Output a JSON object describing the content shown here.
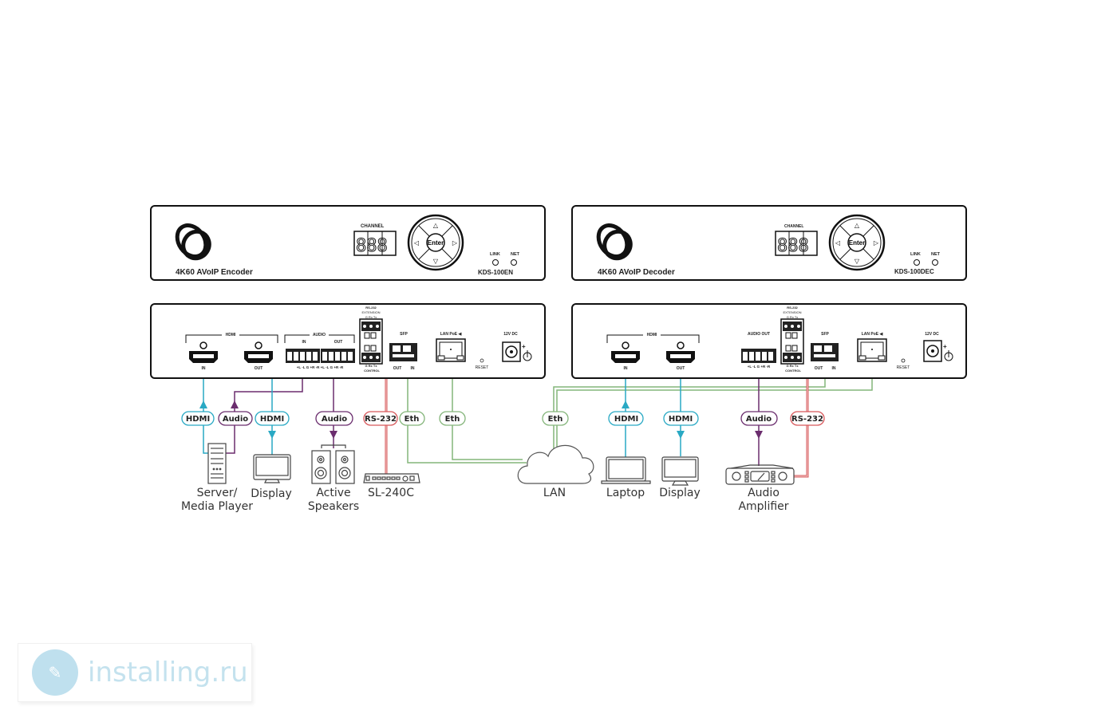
{
  "colors": {
    "hdmi": "#29a9c4",
    "audio": "#6b2d6e",
    "rs232": "#d7575a",
    "eth": "#84b57a",
    "panel_stroke": "#111111"
  },
  "encoder_front": {
    "title": "4K60 AVoIP Encoder",
    "channel_label": "CHANNEL",
    "enter_label": "Enter",
    "link_label": "LINK",
    "net_label": "NET",
    "model": "KDS-100EN"
  },
  "decoder_front": {
    "title": "4K60 AVoIP Decoder",
    "channel_label": "CHANNEL",
    "enter_label": "Enter",
    "link_label": "LINK",
    "net_label": "NET",
    "model": "KDS-100DEC"
  },
  "encoder_rear": {
    "hdmi_group": "HDMI",
    "hdmi_in": "IN",
    "hdmi_out": "OUT",
    "audio_group": "AUDIO",
    "audio_in": "IN",
    "audio_out": "OUT",
    "audio_pins": "+L  -L  G +R  -R  +L  -L  G +R  -R",
    "rs232_ext": "RS-232",
    "extension": "EXTENSION",
    "ext_pins": "G  Rx  Tx",
    "ctrl_pins": "G  Rx  Tx",
    "control": "CONTROL",
    "sfp": "SFP",
    "sfp_out": "OUT",
    "sfp_in": "IN",
    "lan_poe": "LAN PoE ◀",
    "reset": "RESET",
    "power": "12V DC"
  },
  "decoder_rear": {
    "hdmi_group": "HDMI",
    "hdmi_in": "IN",
    "hdmi_out": "OUT",
    "audio_out_group": "AUDIO OUT",
    "audio_pins": "+L  -L  G +R  -R",
    "rs232_ext": "RS-232",
    "extension": "EXTENSION",
    "ext_pins": "G  Rx  Tx",
    "ctrl_pins": "G  Rx  Tx",
    "control": "CONTROL",
    "sfp": "SFP",
    "sfp_out": "OUT",
    "sfp_in": "IN",
    "lan_poe": "LAN PoE ◀",
    "reset": "RESET",
    "power": "12V DC"
  },
  "cable_tags": {
    "enc_hdmi_in": "HDMI",
    "enc_audio_in": "Audio",
    "enc_hdmi_out": "HDMI",
    "enc_audio_out": "Audio",
    "enc_rs232": "RS-232",
    "enc_eth_sfp": "Eth",
    "enc_eth_lan": "Eth",
    "dec_eth": "Eth",
    "dec_hdmi_in": "HDMI",
    "dec_hdmi_out": "HDMI",
    "dec_audio_out": "Audio",
    "dec_rs232": "RS-232"
  },
  "devices": {
    "server_line1": "Server/",
    "server_line2": "Media Player",
    "display1": "Display",
    "speakers_line1": "Active",
    "speakers_line2": "Speakers",
    "sl240c": "SL-240C",
    "lan": "LAN",
    "laptop": "Laptop",
    "display2": "Display",
    "amp_line1": "Audio",
    "amp_line2": "Amplifier"
  },
  "watermark": {
    "text": "installing.ru"
  }
}
